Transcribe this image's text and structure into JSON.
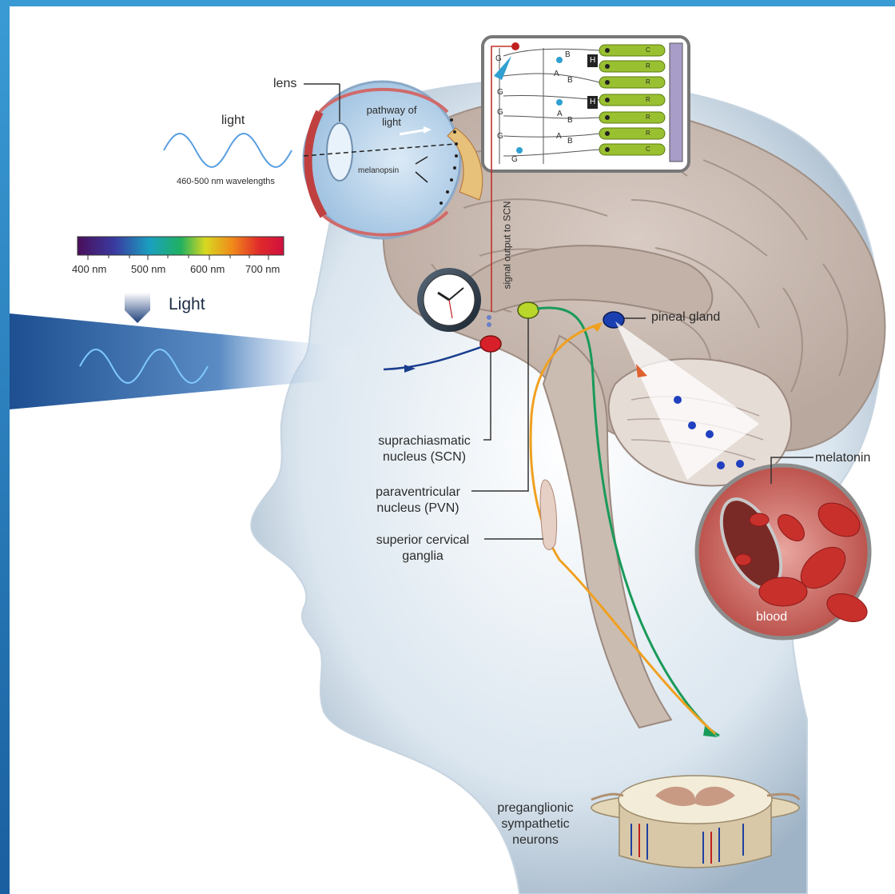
{
  "labels": {
    "lens": "lens",
    "light_wave": "light",
    "wavelength_range": "460-500 nm wavelengths",
    "pathway_of_light": "pathway of\nlight",
    "melanopsin": "melanopsin",
    "signal_output": "signal output to SCN",
    "light_big": "Light",
    "scn": "suprachiasmatic\nnucleus (SCN)",
    "pvn": "paraventricular\nnucleus (PVN)",
    "scg": "superior cervical\nganglia",
    "pineal": "pineal gland",
    "melatonin": "melatonin",
    "blood": "blood",
    "preganglionic": "preganglionic\nsympathetic\nneurons"
  },
  "spectrum": {
    "ticks": [
      "400 nm",
      "500 nm",
      "600 nm",
      "700 nm"
    ]
  },
  "retina_cells": {
    "left_labels": [
      "G",
      "G",
      "G",
      "G",
      "G"
    ],
    "mid_labels": [
      "A",
      "A",
      "A",
      "B",
      "B",
      "B",
      "B"
    ],
    "horizontal_labels": [
      "H",
      "H"
    ],
    "photoreceptor_labels": [
      "C",
      "R",
      "R",
      "R",
      "R",
      "R",
      "C"
    ]
  },
  "colors": {
    "background_frame": "#2f7fc1",
    "scn_dot": "#d8202a",
    "pvn_dot": "#b9d62a",
    "pineal_dot": "#1a3fb0",
    "green_pathway": "#1a9a5a",
    "orange_pathway": "#f0a020",
    "blue_pathway": "#1a3e8e",
    "red_pathway": "#c0302a"
  }
}
